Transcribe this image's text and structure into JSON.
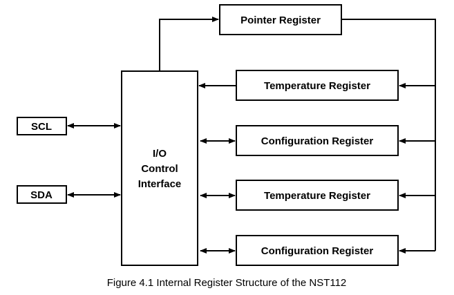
{
  "diagram": {
    "nodes": {
      "pointer": "Pointer Register",
      "temp1": "Temperature Register",
      "config1": "Configuration Register",
      "temp2": "Temperature Register",
      "config2": "Configuration Register",
      "scl": "SCL",
      "sda": "SDA",
      "io_line1": "I/O",
      "io_line2": "Control",
      "io_line3": "Interface"
    },
    "caption": "Figure 4.1 Internal Register Structure of the NST112"
  }
}
